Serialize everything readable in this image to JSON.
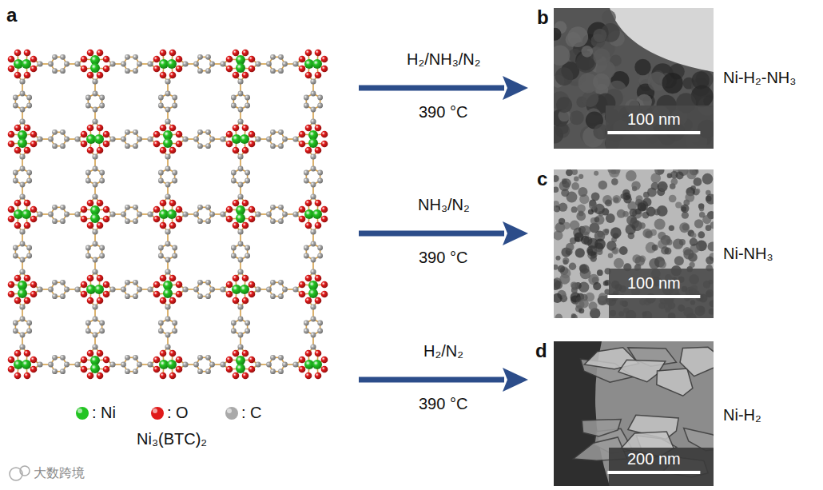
{
  "diagram": {
    "nodes": [
      {
        "text": [
          "a",
          "Ni₃(BTC)₂"
        ]
      },
      {
        "text": [
          "b",
          "100 nm",
          "Ni-H₂-NH₃"
        ]
      },
      {
        "text": [
          "c",
          "100 nm",
          "Ni-NH₃"
        ]
      },
      {
        "text": [
          "d",
          "200 nm",
          "Ni-H₂"
        ]
      }
    ],
    "edges": [
      {
        "from": 0,
        "to": 1,
        "arrow": "to",
        "label": "H₂/NH₃/N₂"
      },
      {
        "from": 0,
        "to": 2,
        "arrow": "to",
        "label": "NH₃/N₂"
      },
      {
        "from": 0,
        "to": 3,
        "arrow": "to",
        "label": "H₂/N₂"
      }
    ],
    "labels": [
      "390 °C",
      "390 °C",
      "390 °C",
      "大数跨境"
    ],
    "legend": [
      {
        "text": ": Ni",
        "color": "#22c422"
      },
      {
        "text": ": O",
        "color": "#e01a1a"
      },
      {
        "text": ": C",
        "color": "#a9a9a9"
      }
    ]
  }
}
